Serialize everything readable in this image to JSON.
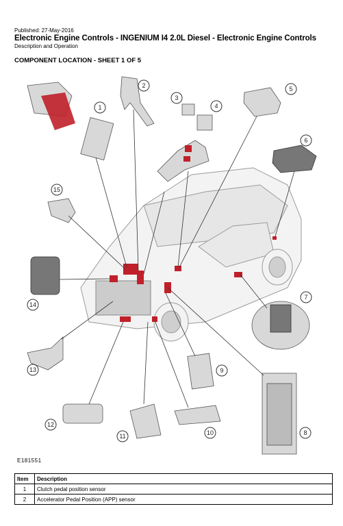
{
  "header": {
    "published": "Published: 27-May-2016",
    "title": "Electronic Engine Controls - INGENIUM I4 2.0L Diesel - Electronic Engine Controls",
    "subtitle": "Description and Operation"
  },
  "section_title": "COMPONENT LOCATION - SHEET 1 OF 5",
  "figure": {
    "id": "E181551",
    "callouts": [
      "1",
      "2",
      "3",
      "4",
      "5",
      "6",
      "7",
      "8",
      "9",
      "10",
      "11",
      "12",
      "13",
      "14",
      "15"
    ]
  },
  "table": {
    "headers": [
      "Item",
      "Description"
    ],
    "rows": [
      {
        "item": "1",
        "description": "Clutch pedal position sensor"
      },
      {
        "item": "2",
        "description": "Accelerator Pedal Position (APP) sensor"
      }
    ]
  },
  "colors": {
    "highlight": "#c0202a",
    "line": "#333333"
  }
}
